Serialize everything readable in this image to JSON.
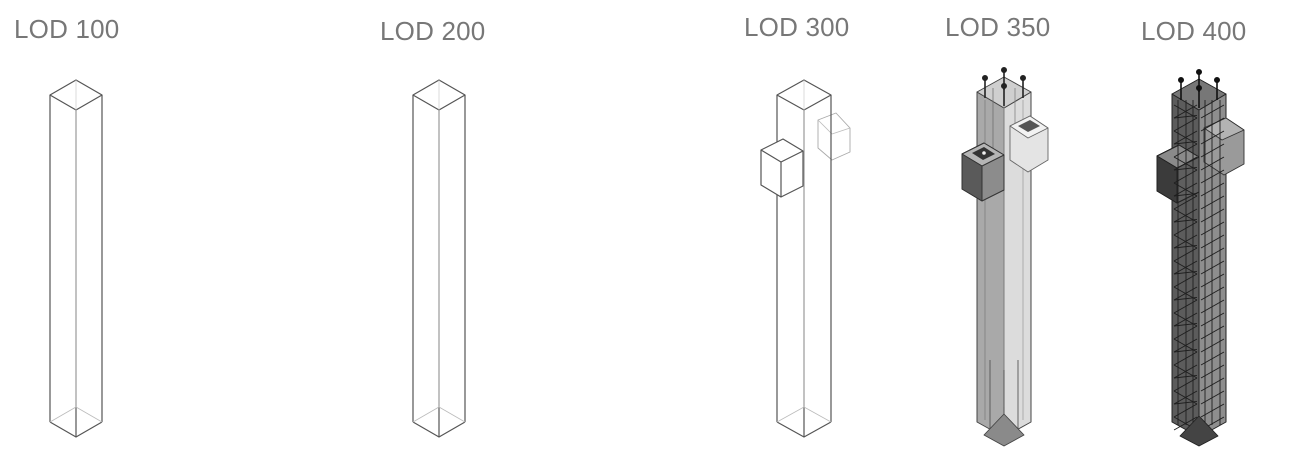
{
  "figure": {
    "panels": [
      {
        "label": "LOD 100",
        "detail": "outline"
      },
      {
        "label": "LOD 200",
        "detail": "outline"
      },
      {
        "label": "LOD 300",
        "detail": "outline-with-brackets"
      },
      {
        "label": "LOD 350",
        "detail": "shaded-with-connections-and-anchors"
      },
      {
        "label": "LOD 400",
        "detail": "shaded-with-reinforcement-cage"
      }
    ],
    "colors": {
      "label": "#777777",
      "outline": "#555555",
      "shade_light": "#d4d4d4",
      "shade_mid": "#a8a8a8",
      "shade_dark": "#4a4a4a"
    }
  }
}
